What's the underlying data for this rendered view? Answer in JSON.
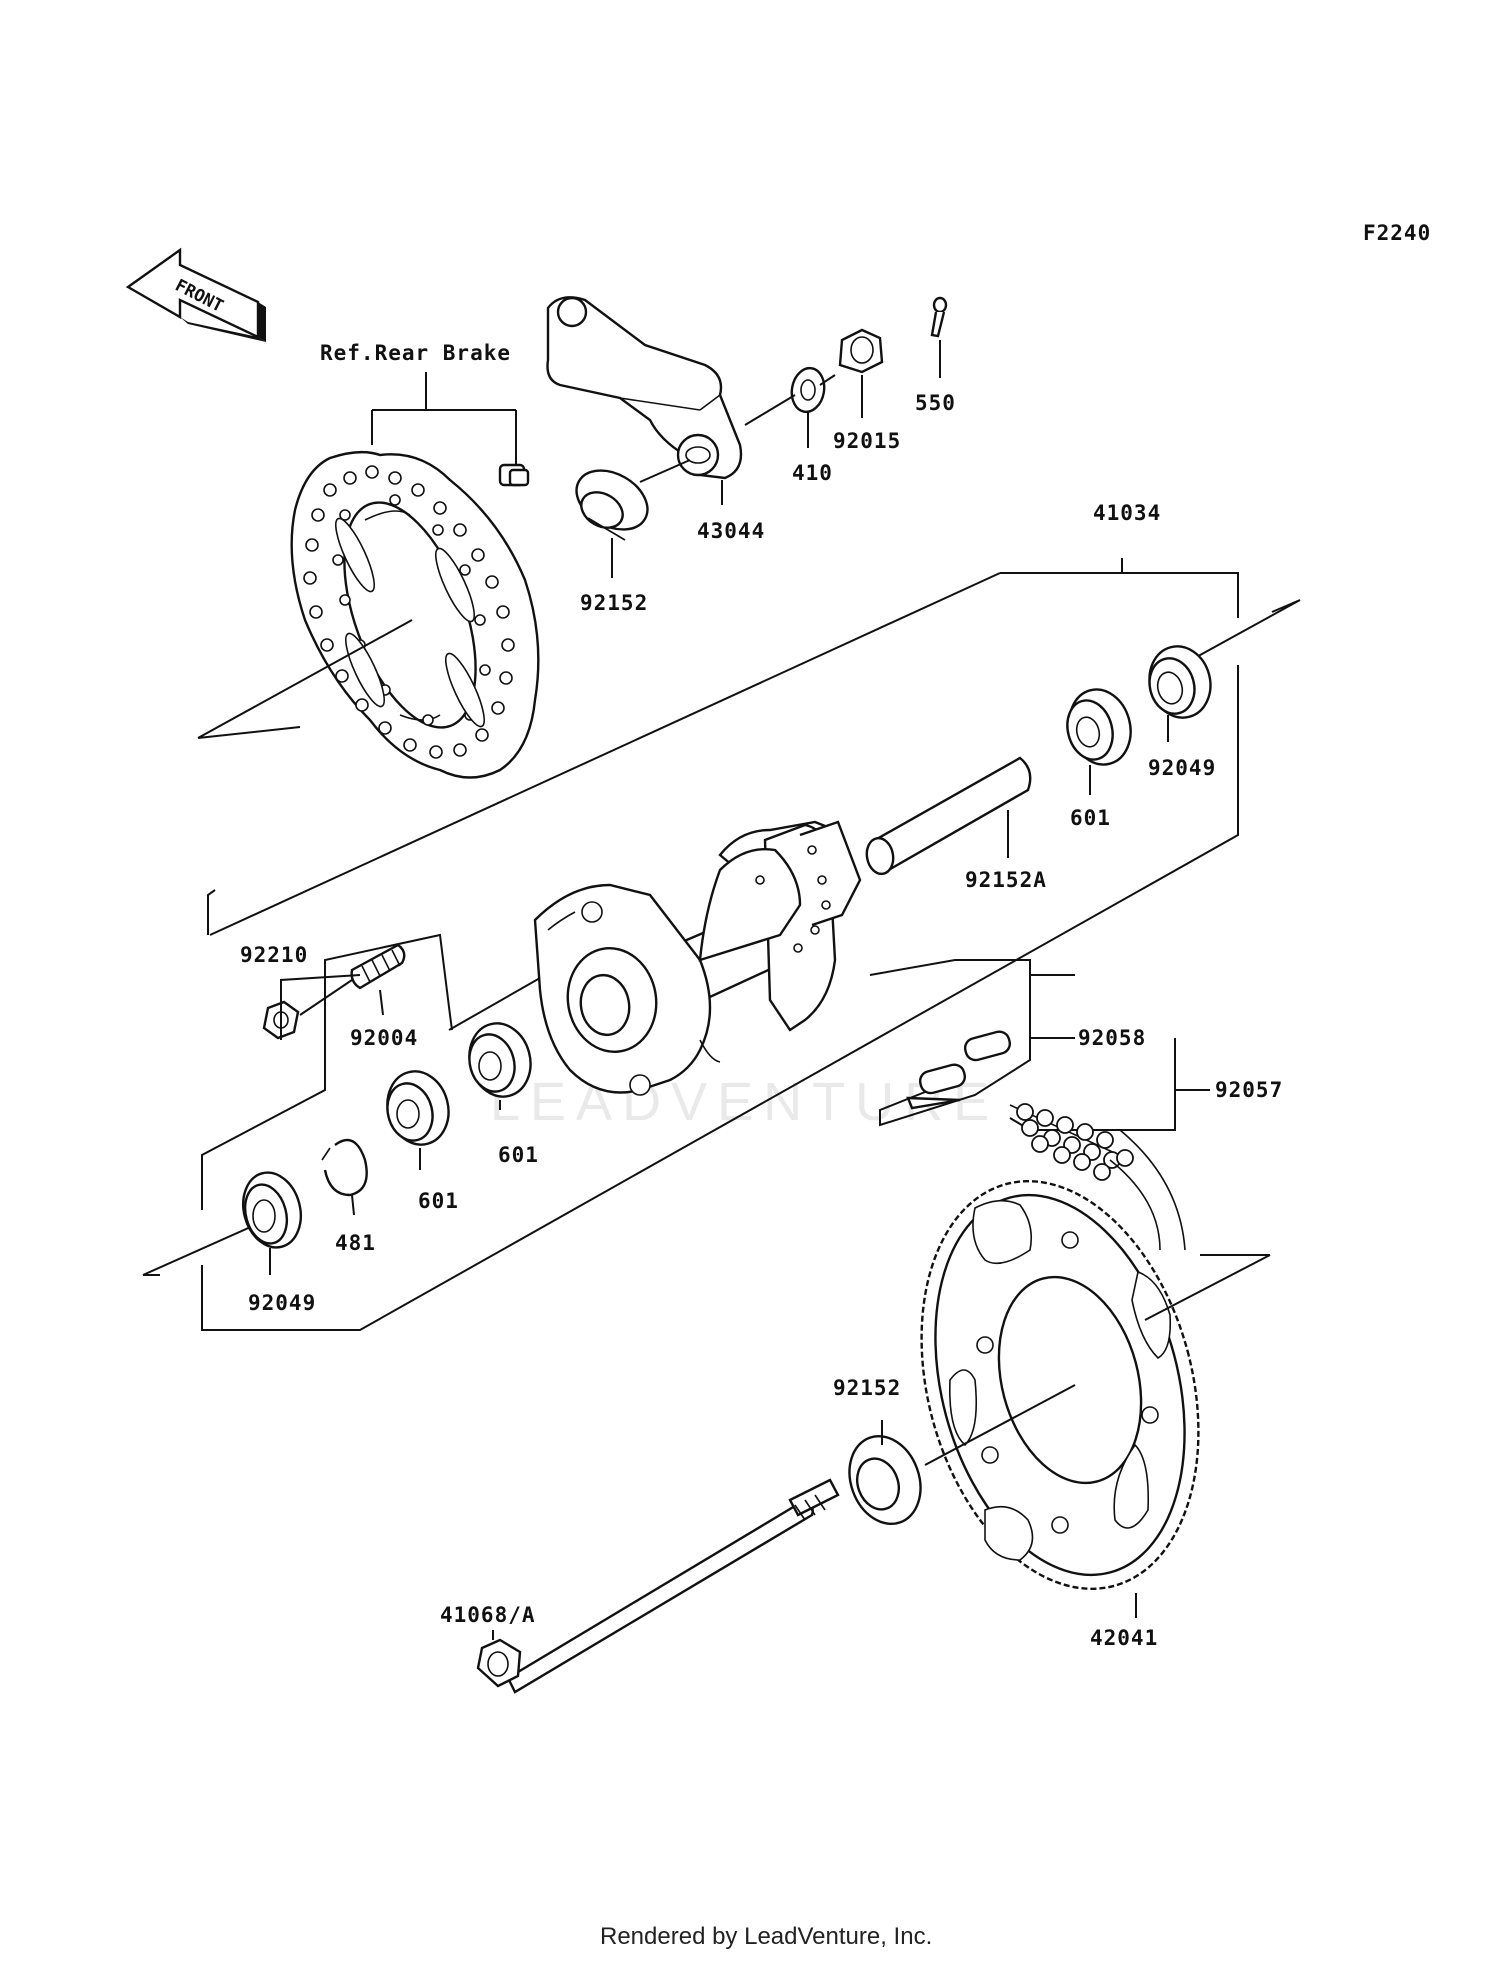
{
  "diagram_id": "F2240",
  "front_label": "FRONT",
  "ref_label": "Ref.Rear Brake",
  "watermark": "LEADVENTURE",
  "footer": "Rendered by LeadVenture, Inc.",
  "callouts": {
    "c550": "550",
    "c92015": "92015",
    "c410": "410",
    "c43044": "43044",
    "c92152_top": "92152",
    "c41034": "41034",
    "c92049_right": "92049",
    "c601_right": "601",
    "c92152A": "92152A",
    "c92210": "92210",
    "c92004": "92004",
    "c601_mid": "601",
    "c601_left": "601",
    "c481": "481",
    "c92049_left": "92049",
    "c92058": "92058",
    "c92057": "92057",
    "c92152_bottom": "92152",
    "c42041": "42041",
    "c41068": "41068/A"
  }
}
